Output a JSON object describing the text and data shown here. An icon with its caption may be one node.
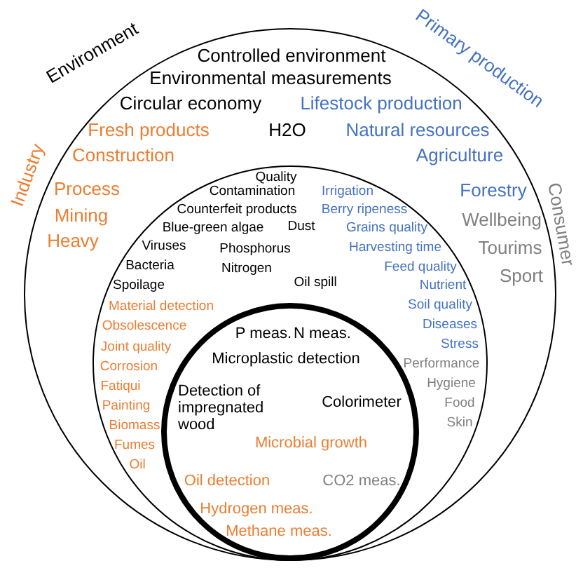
{
  "diagram": {
    "nodes": [
      {
        "text": [
          "Environment",
          "Primary production",
          "Industry",
          "Consumer",
          "Controlled environment",
          "Environmental measurements",
          "Circular economy",
          "Lifestock production",
          "Fresh products",
          "H2O",
          "Natural resources",
          "Construction",
          "Agriculture",
          "Process",
          "Forestry",
          "Mining",
          "Wellbeing",
          "Heavy",
          "Tourims",
          "Sport"
        ]
      },
      {
        "text": [
          "Quality",
          "Contamination",
          "Irrigation",
          "Counterfeit products",
          "Berry ripeness",
          "Blue-green algae",
          "Dust",
          "Grains quality",
          "Viruses",
          "Phosphorus",
          "Harvesting time",
          "Bacteria",
          "Nitrogen",
          "Feed quality",
          "Spoilage",
          "Oil spill",
          "Nutrient",
          "Material detection",
          "Soil quality",
          "Obsolescence",
          "Diseases",
          "Joint quality",
          "Stress",
          "Corrosion",
          "Performance",
          "Fatiqui",
          "Hygiene",
          "Painting",
          "Food",
          "Biomass",
          "Skin",
          "Fumes",
          "Oil"
        ],
        "in": 0
      },
      {
        "text": [
          "P meas.",
          "N meas.",
          "Microplastic detection",
          "Detection of impregnated wood",
          "Colorimeter",
          "Microbial growth",
          "Oil detection",
          "CO2 meas.",
          "Hydrogen meas.",
          "Methane meas."
        ],
        "in": 1
      }
    ]
  }
}
